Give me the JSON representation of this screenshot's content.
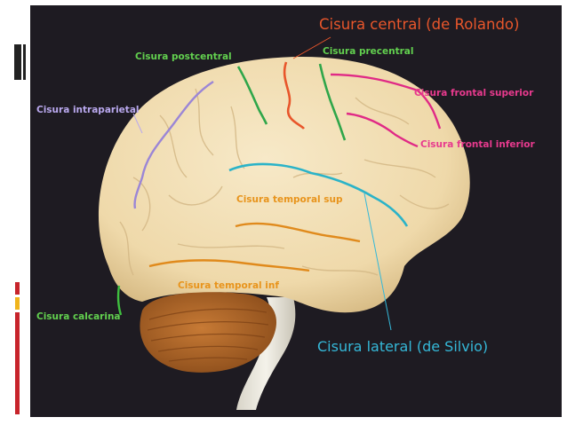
{
  "diagram": {
    "labels": {
      "central": "Cisura central (de Rolando)",
      "postcentral": "Cisura postcentral",
      "precentral": "Cisura precentral",
      "intraparietal": "Cisura intraparietal",
      "frontal_superior": "Cisura frontal superior",
      "frontal_inferior": "Cisura frontal inferior",
      "temporal_sup": "Cisura temporal sup",
      "temporal_inf": "Cisura temporal inf",
      "calcarina": "Cisura calcarina",
      "lateral": "Cisura lateral (de Silvio)"
    },
    "colors": {
      "background": "#1e1b22",
      "brain": "#f1deb4",
      "brain_shadow": "#d9c08c",
      "cerebellum": "#b86a2a",
      "central": "#e8562b",
      "precentral": "#2fa64a",
      "postcentral": "#2fa64a",
      "intraparietal": "#9b86d6",
      "frontal": "#e02a86",
      "lateral": "#2bb3c8",
      "temporal": "#e08a1c",
      "calcarina": "#3fbf3f",
      "label_green": "#62d04f",
      "label_purple": "#b9a8ee",
      "label_pink": "#e83a8e",
      "label_orange": "#e8941c",
      "label_red": "#e8562b",
      "label_cyan": "#35b8d8"
    }
  }
}
